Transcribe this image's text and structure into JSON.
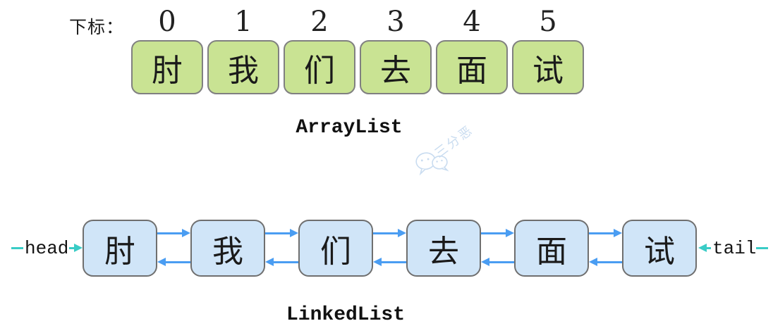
{
  "array_list": {
    "index_label": "下标：",
    "indices": [
      "0",
      "1",
      "2",
      "3",
      "4",
      "5"
    ],
    "cells": [
      "肘",
      "我",
      "们",
      "去",
      "面",
      "试"
    ],
    "caption": "ArrayList",
    "cell_fill": "#c9e393",
    "cell_border": "#808080"
  },
  "linked_list": {
    "head_label": "head",
    "tail_label": "tail",
    "nodes": [
      "肘",
      "我",
      "们",
      "去",
      "面",
      "试"
    ],
    "caption": "LinkedList",
    "node_fill": "#d0e5f8",
    "node_border": "#6f6f6f",
    "arrow_color": "#4a9df2",
    "pointer_color": "#3accc6"
  },
  "watermark": {
    "icon": "wechat-icon",
    "text": "三分恶",
    "color": "#c9dcf0"
  }
}
